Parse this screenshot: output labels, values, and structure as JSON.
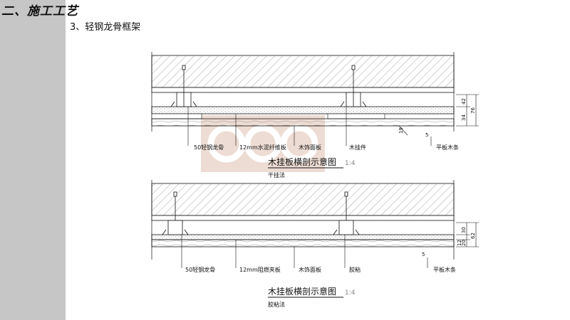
{
  "header": {
    "title": "二、施工工艺",
    "subtitle": "3、轻钢龙骨框架"
  },
  "diagram1": {
    "labels": [
      "50轻钢龙骨",
      "12mm水泥纤维板",
      "木饰面板",
      "木挂件",
      "平板木条"
    ],
    "caption": "木挂板横剖示意图",
    "scale": "1:4",
    "method": "干挂法",
    "dims": {
      "d1": "42",
      "d2": "34",
      "d3": "76",
      "d4": "19",
      "d5": "5"
    }
  },
  "diagram2": {
    "labels": [
      "50轻钢龙骨",
      "12mm阻燃夹板",
      "木饰面板",
      "胶粘",
      "平板木条"
    ],
    "caption": "木挂板横剖示意图",
    "scale": "1:4",
    "method": "胶粘法",
    "dims": {
      "d1": "30",
      "d2": "20",
      "d3": "12",
      "d4": "62",
      "d5": "5"
    }
  },
  "colors": {
    "sidebar": "#c6c6c6",
    "line": "#111111",
    "watermark": "#ecd9cf"
  }
}
